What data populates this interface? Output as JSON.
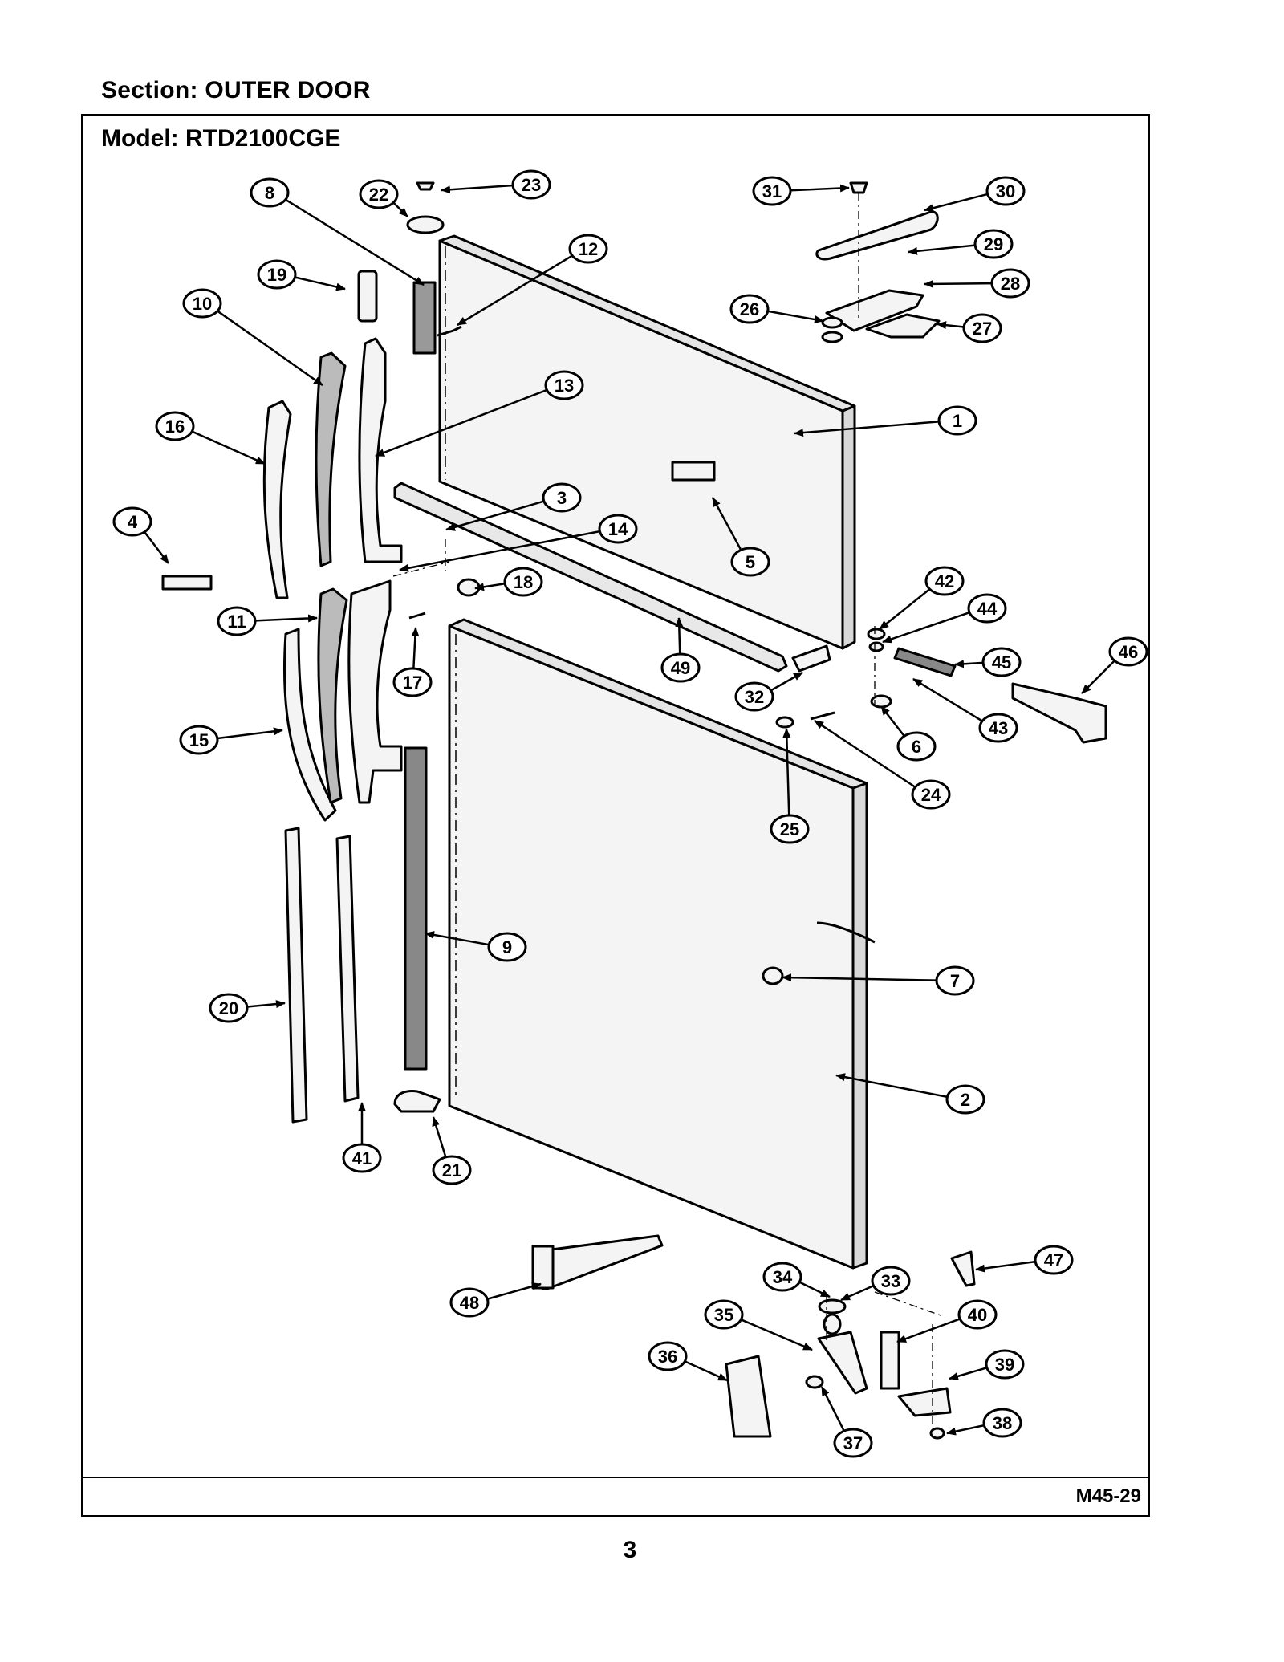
{
  "header": {
    "section_label": "Section:  OUTER DOOR",
    "model_label": "Model:  RTD2100CGE"
  },
  "footer": {
    "figure_code": "M45-29",
    "page_number": "3"
  },
  "callouts": [
    {
      "label": "1"
    },
    {
      "label": "2"
    },
    {
      "label": "3"
    },
    {
      "label": "4"
    },
    {
      "label": "5"
    },
    {
      "label": "6"
    },
    {
      "label": "7"
    },
    {
      "label": "8"
    },
    {
      "label": "9"
    },
    {
      "label": "10"
    },
    {
      "label": "11"
    },
    {
      "label": "12"
    },
    {
      "label": "13"
    },
    {
      "label": "14"
    },
    {
      "label": "15"
    },
    {
      "label": "16"
    },
    {
      "label": "17"
    },
    {
      "label": "18"
    },
    {
      "label": "19"
    },
    {
      "label": "20"
    },
    {
      "label": "21"
    },
    {
      "label": "22"
    },
    {
      "label": "23"
    },
    {
      "label": "24"
    },
    {
      "label": "25"
    },
    {
      "label": "26"
    },
    {
      "label": "27"
    },
    {
      "label": "28"
    },
    {
      "label": "29"
    },
    {
      "label": "30"
    },
    {
      "label": "31"
    },
    {
      "label": "32"
    },
    {
      "label": "33"
    },
    {
      "label": "34"
    },
    {
      "label": "35"
    },
    {
      "label": "36"
    },
    {
      "label": "37"
    },
    {
      "label": "38"
    },
    {
      "label": "39"
    },
    {
      "label": "40"
    },
    {
      "label": "41"
    },
    {
      "label": "42"
    },
    {
      "label": "43"
    },
    {
      "label": "44"
    },
    {
      "label": "45"
    },
    {
      "label": "46"
    },
    {
      "label": "47"
    },
    {
      "label": "48"
    },
    {
      "label": "49"
    }
  ],
  "colors": {
    "ink": "#000000",
    "paper": "#ffffff",
    "part_fill": "#f4f4f4"
  }
}
